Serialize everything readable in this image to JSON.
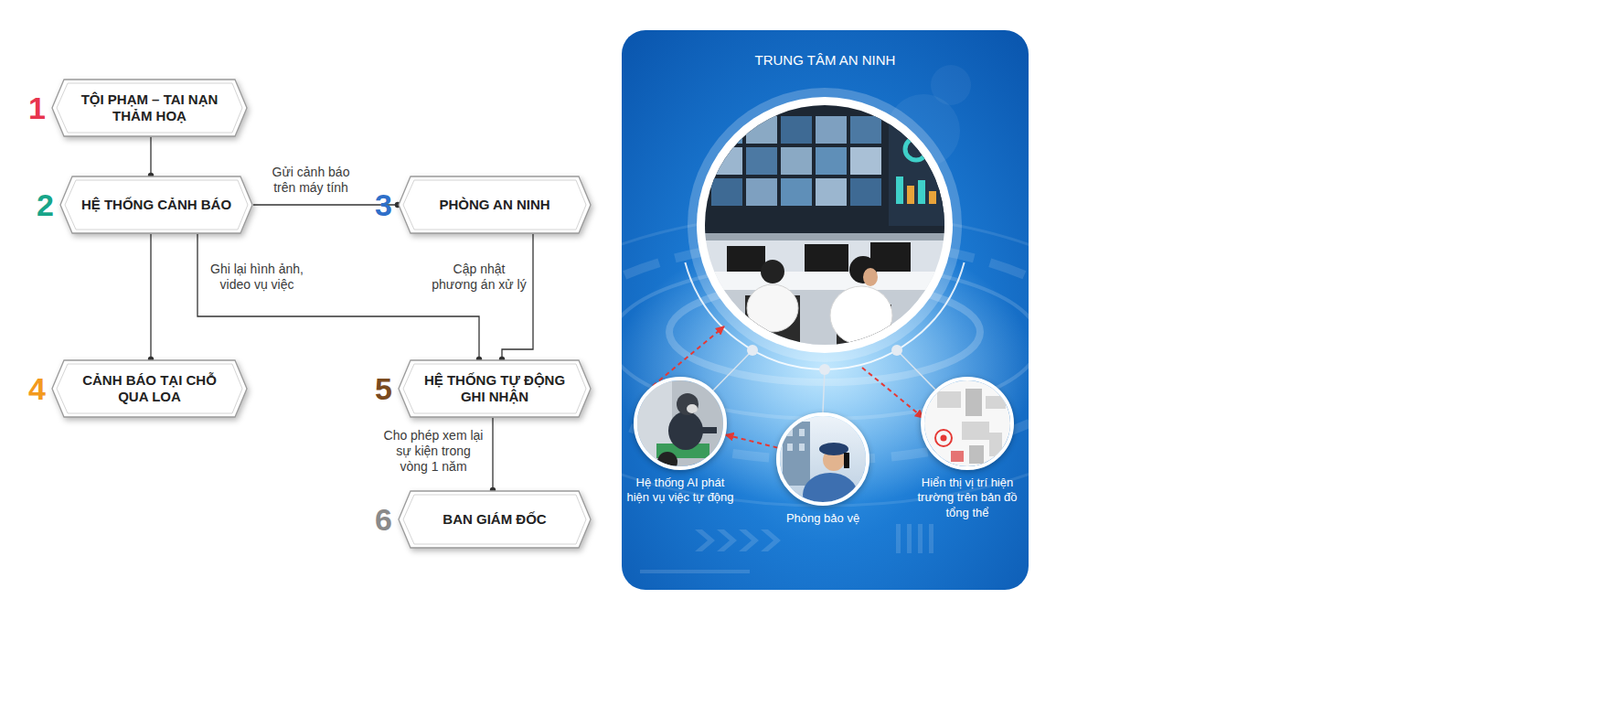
{
  "diagram": {
    "nodes": [
      {
        "text": [
          "TỘI PHẠM – TAI NẠN THẢM HOẠ"
        ]
      },
      {
        "text": [
          "HỆ THỐNG CẢNH BÁO"
        ]
      },
      {
        "text": [
          "PHÒNG AN NINH"
        ]
      },
      {
        "text": [
          "CẢNH BÁO TẠI CHỖ QUA LOA"
        ]
      },
      {
        "text": [
          "HỆ THỐNG TỰ ĐỘNG GHI NHẬN"
        ]
      },
      {
        "text": [
          "BAN GIÁM ĐỐC"
        ]
      },
      {
        "text": [
          "TRUNG TÂM AN NINH"
        ]
      },
      {
        "text": [
          "Hệ thống AI phát hiện vụ việc tự động"
        ],
        "in": 6
      },
      {
        "text": [
          "Phòng bảo vệ"
        ],
        "in": 6
      },
      {
        "text": [
          "Hiển thị vị trí hiện trường trên bản đồ tổng thể"
        ],
        "in": 6
      }
    ],
    "edges": [
      {
        "from": 0,
        "to": 1,
        "arrow": "to"
      },
      {
        "from": 1,
        "to": 2,
        "label": "Gửi cảnh báo trên máy tính",
        "arrow": "to"
      },
      {
        "from": 1,
        "to": 3,
        "arrow": "to"
      },
      {
        "from": 1,
        "to": 4,
        "label": "Ghi lại hình ảnh, video vụ việc",
        "arrow": "to"
      },
      {
        "from": 2,
        "to": 4,
        "label": "Cập nhật phương án xử lý",
        "arrow": "to"
      },
      {
        "from": 4,
        "to": 5,
        "label": "Cho phép xem lại sự kiện trong vòng 1 năm",
        "arrow": "to"
      },
      {
        "from": 8,
        "to": 7,
        "arrow": "to"
      }
    ],
    "labels": [
      "1",
      "2",
      "3",
      "4",
      "5",
      "6"
    ]
  }
}
